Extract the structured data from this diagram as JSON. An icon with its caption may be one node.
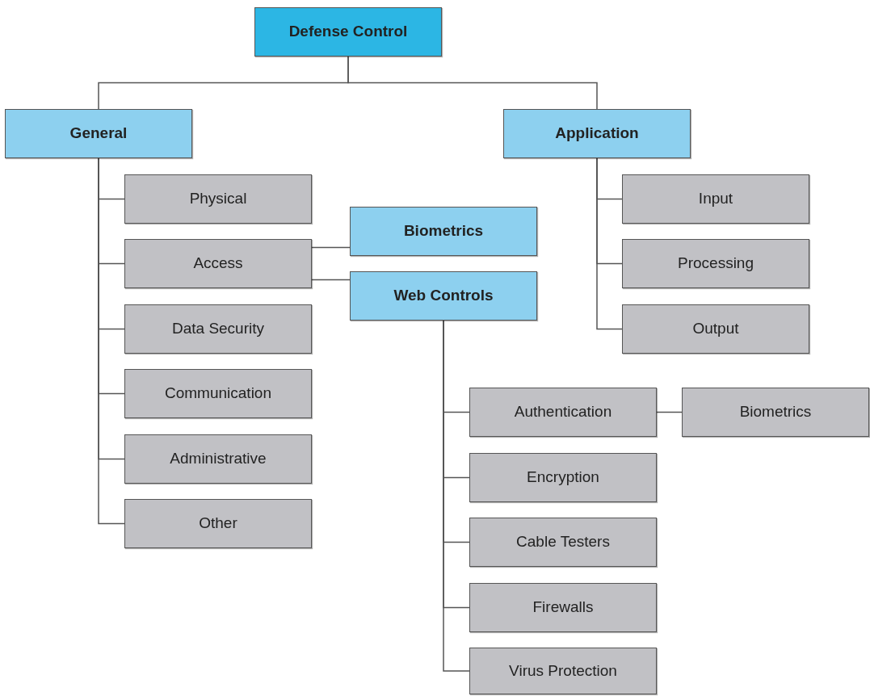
{
  "diagram": {
    "nodes": [
      {
        "text": [
          "Defense Control"
        ]
      },
      {
        "text": [
          "General"
        ]
      },
      {
        "text": [
          "Application"
        ]
      },
      {
        "text": [
          "Physical"
        ]
      },
      {
        "text": [
          "Access"
        ]
      },
      {
        "text": [
          "Data Security"
        ]
      },
      {
        "text": [
          "Communication"
        ]
      },
      {
        "text": [
          "Administrative"
        ]
      },
      {
        "text": [
          "Other"
        ]
      },
      {
        "text": [
          "Biometrics"
        ]
      },
      {
        "text": [
          "Web Controls"
        ]
      },
      {
        "text": [
          "Input"
        ]
      },
      {
        "text": [
          "Processing"
        ]
      },
      {
        "text": [
          "Output"
        ]
      },
      {
        "text": [
          "Authentication"
        ]
      },
      {
        "text": [
          "Biometrics"
        ]
      },
      {
        "text": [
          "Encryption"
        ]
      },
      {
        "text": [
          "Cable Testers"
        ]
      },
      {
        "text": [
          "Firewalls"
        ]
      },
      {
        "text": [
          "Virus Protection"
        ]
      }
    ],
    "edges": [
      {
        "from": 0,
        "to": 1,
        "arrow": "none"
      },
      {
        "from": 0,
        "to": 2,
        "arrow": "none"
      },
      {
        "from": 1,
        "to": 3,
        "arrow": "none"
      },
      {
        "from": 1,
        "to": 4,
        "arrow": "none"
      },
      {
        "from": 1,
        "to": 5,
        "arrow": "none"
      },
      {
        "from": 1,
        "to": 6,
        "arrow": "none"
      },
      {
        "from": 1,
        "to": 7,
        "arrow": "none"
      },
      {
        "from": 1,
        "to": 8,
        "arrow": "none"
      },
      {
        "from": 4,
        "to": 9,
        "arrow": "none"
      },
      {
        "from": 4,
        "to": 10,
        "arrow": "none"
      },
      {
        "from": 2,
        "to": 11,
        "arrow": "none"
      },
      {
        "from": 2,
        "to": 12,
        "arrow": "none"
      },
      {
        "from": 2,
        "to": 13,
        "arrow": "none"
      },
      {
        "from": 10,
        "to": 14,
        "arrow": "none"
      },
      {
        "from": 10,
        "to": 16,
        "arrow": "none"
      },
      {
        "from": 10,
        "to": 17,
        "arrow": "none"
      },
      {
        "from": 10,
        "to": 18,
        "arrow": "none"
      },
      {
        "from": 10,
        "to": 19,
        "arrow": "none"
      },
      {
        "from": 14,
        "to": 15,
        "arrow": "none"
      }
    ]
  }
}
